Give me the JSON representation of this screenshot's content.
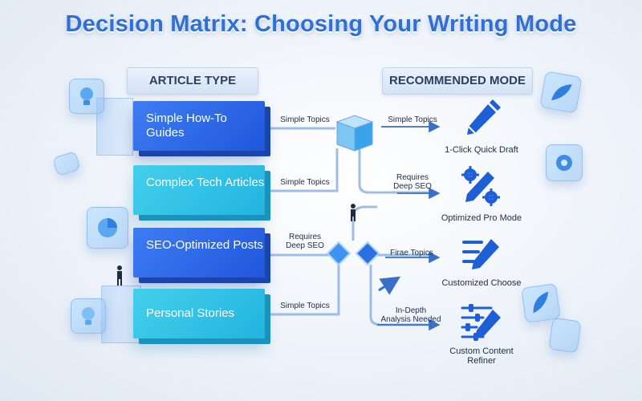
{
  "title": "Decision Matrix: Choosing Your Writing Mode",
  "headers": {
    "left": "ARTICLE TYPE",
    "right": "RECOMMENDED MODE"
  },
  "article_types": [
    {
      "label": "Simple How-To Guides",
      "flow_label": "Simple Topics"
    },
    {
      "label": "Complex Tech Articles",
      "flow_label": "Simple Topics"
    },
    {
      "label": "SEO-Optimized Posts",
      "flow_label": "Requires Deep SEO"
    },
    {
      "label": "Personal Stories",
      "flow_label": "Simple Topics"
    }
  ],
  "branch_labels": [
    "Simple Topics",
    "Requires Deep SEO",
    "Firae Topics",
    "In-Depth Analysis Needed"
  ],
  "modes": [
    {
      "label": "1-Click Quick Draft",
      "icon": "pen-icon"
    },
    {
      "label": "Optimized Pro Mode",
      "icon": "gear-pen-icon"
    },
    {
      "label": "Customized Choose",
      "icon": "list-pen-icon"
    },
    {
      "label": "Custom Content Refiner",
      "icon": "sliders-pen-icon"
    }
  ],
  "colors": {
    "title": "#2f6fd6",
    "dark_box": "#1f57dc",
    "light_box": "#22b4e0",
    "mode_icon": "#1f5fd6"
  }
}
